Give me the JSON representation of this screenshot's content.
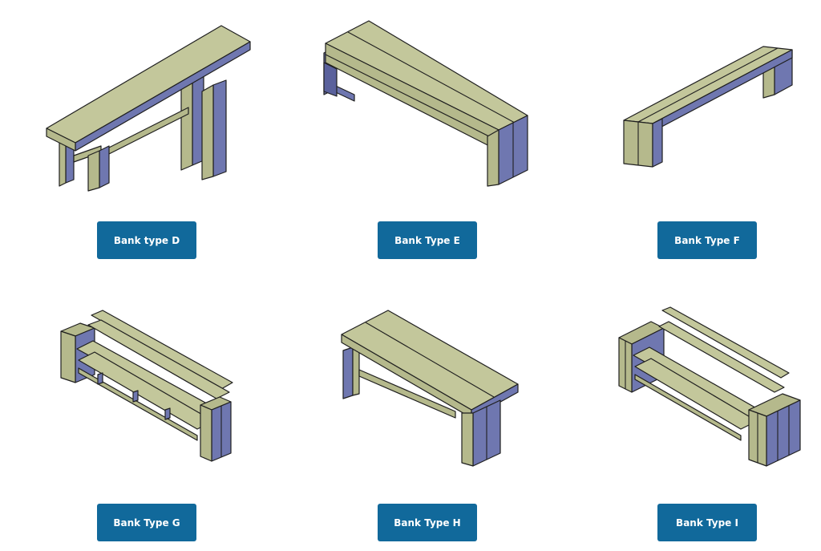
{
  "accent_color": "#11699b",
  "products": [
    {
      "label": "Bank type D",
      "icon": "bench-d-drawing"
    },
    {
      "label": "Bank Type E",
      "icon": "bench-e-drawing"
    },
    {
      "label": "Bank Type F",
      "icon": "bench-f-drawing"
    },
    {
      "label": "Bank Type G",
      "icon": "bench-g-drawing"
    },
    {
      "label": "Bank Type H",
      "icon": "bench-h-drawing"
    },
    {
      "label": "Bank Type I",
      "icon": "bench-i-drawing"
    }
  ]
}
